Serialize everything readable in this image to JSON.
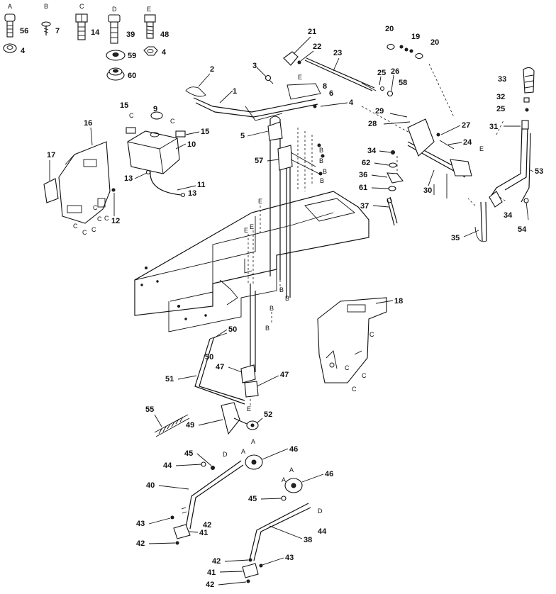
{
  "diagram": {
    "type": "exploded-parts-diagram",
    "legend": [
      {
        "letter": "A",
        "labels": [
          "56",
          "4"
        ]
      },
      {
        "letter": "B",
        "labels": [
          "7"
        ]
      },
      {
        "letter": "C",
        "labels": [
          "14"
        ]
      },
      {
        "letter": "D",
        "labels": [
          "39",
          "59",
          "60"
        ]
      },
      {
        "letter": "E",
        "labels": [
          "48",
          "4"
        ]
      }
    ],
    "part_numbers": [
      "1",
      "2",
      "3",
      "4",
      "5",
      "6",
      "8",
      "9",
      "10",
      "11",
      "12",
      "13",
      "15",
      "16",
      "17",
      "18",
      "19",
      "20",
      "21",
      "22",
      "23",
      "24",
      "25",
      "26",
      "27",
      "28",
      "29",
      "30",
      "31",
      "32",
      "33",
      "34",
      "35",
      "36",
      "37",
      "38",
      "40",
      "41",
      "42",
      "43",
      "44",
      "45",
      "46",
      "47",
      "49",
      "50",
      "51",
      "52",
      "53",
      "54",
      "55",
      "57",
      "58",
      "61",
      "62"
    ],
    "fastener_letters": [
      "A",
      "B",
      "C",
      "D",
      "E"
    ]
  }
}
